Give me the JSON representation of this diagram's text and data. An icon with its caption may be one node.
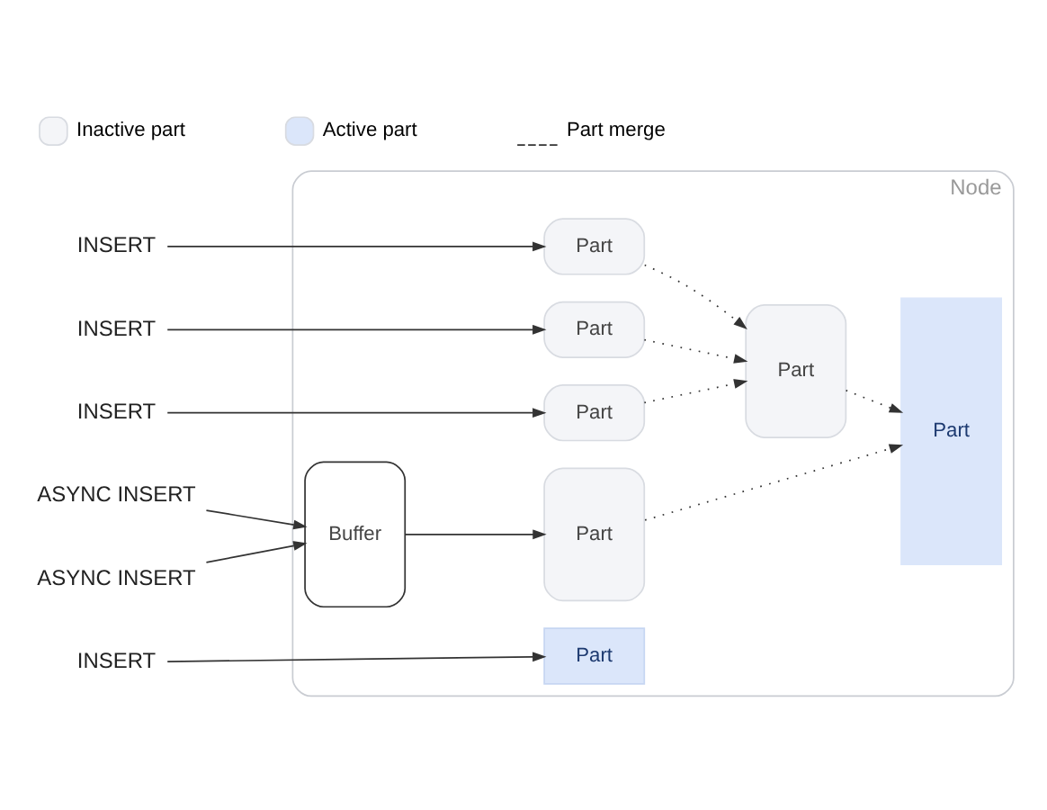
{
  "diagram": {
    "nodes": [
      {
        "text": [
          "Node"
        ]
      },
      {
        "text": [
          "INSERT"
        ]
      },
      {
        "text": [
          "INSERT"
        ]
      },
      {
        "text": [
          "INSERT"
        ]
      },
      {
        "text": [
          "ASYNC INSERT"
        ]
      },
      {
        "text": [
          "ASYNC INSERT"
        ]
      },
      {
        "text": [
          "INSERT"
        ]
      },
      {
        "text": [
          "Part"
        ],
        "in": 0
      },
      {
        "text": [
          "Part"
        ],
        "in": 0
      },
      {
        "text": [
          "Part"
        ],
        "in": 0
      },
      {
        "text": [
          "Part"
        ],
        "in": 0
      },
      {
        "text": [
          "Buffer"
        ],
        "in": 0
      },
      {
        "text": [
          "Part"
        ],
        "in": 0
      },
      {
        "text": [
          "Part"
        ],
        "in": 0
      },
      {
        "text": [
          "Part"
        ],
        "in": 0
      }
    ],
    "edges": [
      {
        "from": 1,
        "to": 7,
        "arrow": "to"
      },
      {
        "from": 2,
        "to": 8,
        "arrow": "to"
      },
      {
        "from": 3,
        "to": 9,
        "arrow": "to"
      },
      {
        "from": 7,
        "to": 10,
        "arrow": "to",
        "style": "dashed"
      },
      {
        "from": 8,
        "to": 10,
        "arrow": "to",
        "style": "dashed"
      },
      {
        "from": 9,
        "to": 10,
        "arrow": "to",
        "style": "dashed"
      },
      {
        "from": 10,
        "to": 13,
        "arrow": "to",
        "style": "dashed"
      },
      {
        "from": 4,
        "to": 11,
        "arrow": "to"
      },
      {
        "from": 5,
        "to": 11,
        "arrow": "to"
      },
      {
        "from": 11,
        "to": 12,
        "arrow": "to"
      },
      {
        "from": 12,
        "to": 13,
        "arrow": "to",
        "style": "dashed"
      },
      {
        "from": 6,
        "to": 14,
        "arrow": "to"
      }
    ],
    "legend": [
      {
        "text": "Inactive part",
        "color": "#f4f5f8"
      },
      {
        "text": "Active part",
        "color": "#dbe6fa"
      },
      {
        "text": "Part merge"
      }
    ]
  }
}
